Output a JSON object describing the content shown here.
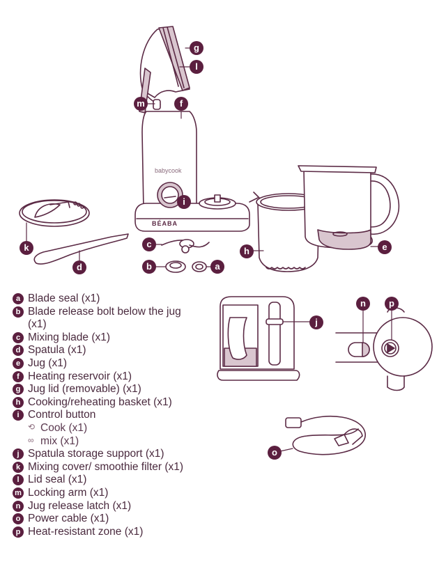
{
  "diagram": {
    "brand_label": "babycook",
    "maker_label": "BÉABA",
    "stroke_color": "#5b2a45",
    "fill_accent": "#d9c6cf",
    "badge_color": "#5b1f3f",
    "callouts": {
      "a": "a",
      "b": "b",
      "c": "c",
      "d": "d",
      "e": "e",
      "f": "f",
      "g": "g",
      "h": "h",
      "i": "i",
      "j": "j",
      "k": "k",
      "l": "l",
      "m": "m",
      "n": "n",
      "o": "o",
      "p": "p"
    }
  },
  "legend": {
    "items": [
      {
        "key": "a",
        "label": "Blade seal (x1)"
      },
      {
        "key": "b",
        "label": "Blade release bolt below the jug",
        "label_cont": "(x1)"
      },
      {
        "key": "c",
        "label": "Mixing blade (x1)"
      },
      {
        "key": "d",
        "label": "Spatula (x1)"
      },
      {
        "key": "e",
        "label": "Jug (x1)"
      },
      {
        "key": "f",
        "label": "Heating reservoir (x1)"
      },
      {
        "key": "g",
        "label": "Jug lid (removable) (x1)"
      },
      {
        "key": "h",
        "label": "Cooking/reheating basket (x1)"
      },
      {
        "key": "i",
        "label": "Control button"
      },
      {
        "key": "j",
        "label": "Spatula storage support (x1)"
      },
      {
        "key": "k",
        "label": "Mixing cover/ smoothie filter (x1)"
      },
      {
        "key": "l",
        "label": "Lid seal (x1)"
      },
      {
        "key": "m",
        "label": "Locking arm (x1)"
      },
      {
        "key": "n",
        "label": "Jug release latch (x1)"
      },
      {
        "key": "o",
        "label": "Power cable (x1)"
      },
      {
        "key": "p",
        "label": "Heat-resistant zone (x1)"
      }
    ],
    "control_sub": [
      {
        "icon": "cook-steam-icon",
        "glyph": "⟲",
        "label": "Cook (x1)"
      },
      {
        "icon": "mix-blade-icon",
        "glyph": "∞",
        "label": "mix (x1)"
      }
    ]
  }
}
